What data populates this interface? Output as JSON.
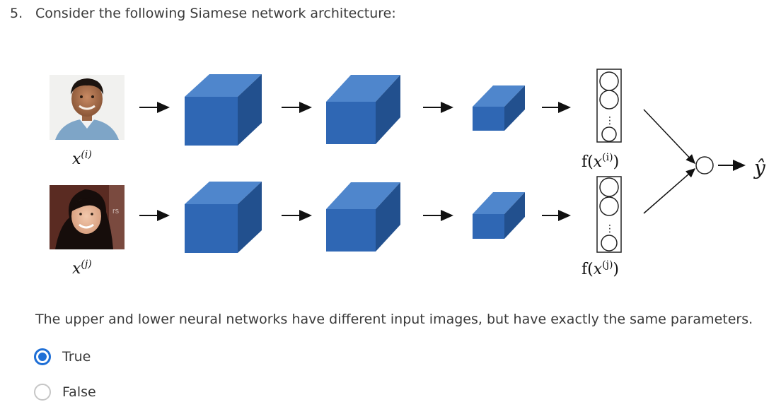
{
  "question": {
    "number": "5.",
    "text": "Consider the following Siamese network architecture:"
  },
  "diagram": {
    "upper_input_label": "x(i)",
    "lower_input_label": "x(j)",
    "upper_encoding_label": "f(x(i))",
    "lower_encoding_label": "f(x(j))",
    "output_label": "ŷ",
    "colors": {
      "cube_front": "#2f67b4",
      "cube_top": "#4f86cc",
      "cube_side": "#22508e"
    }
  },
  "statement": "The upper and lower neural networks have different input images, but have exactly the same parameters.",
  "options": [
    {
      "label": "True",
      "selected": true
    },
    {
      "label": "False",
      "selected": false
    }
  ],
  "accent_color": "#1f6fd6"
}
